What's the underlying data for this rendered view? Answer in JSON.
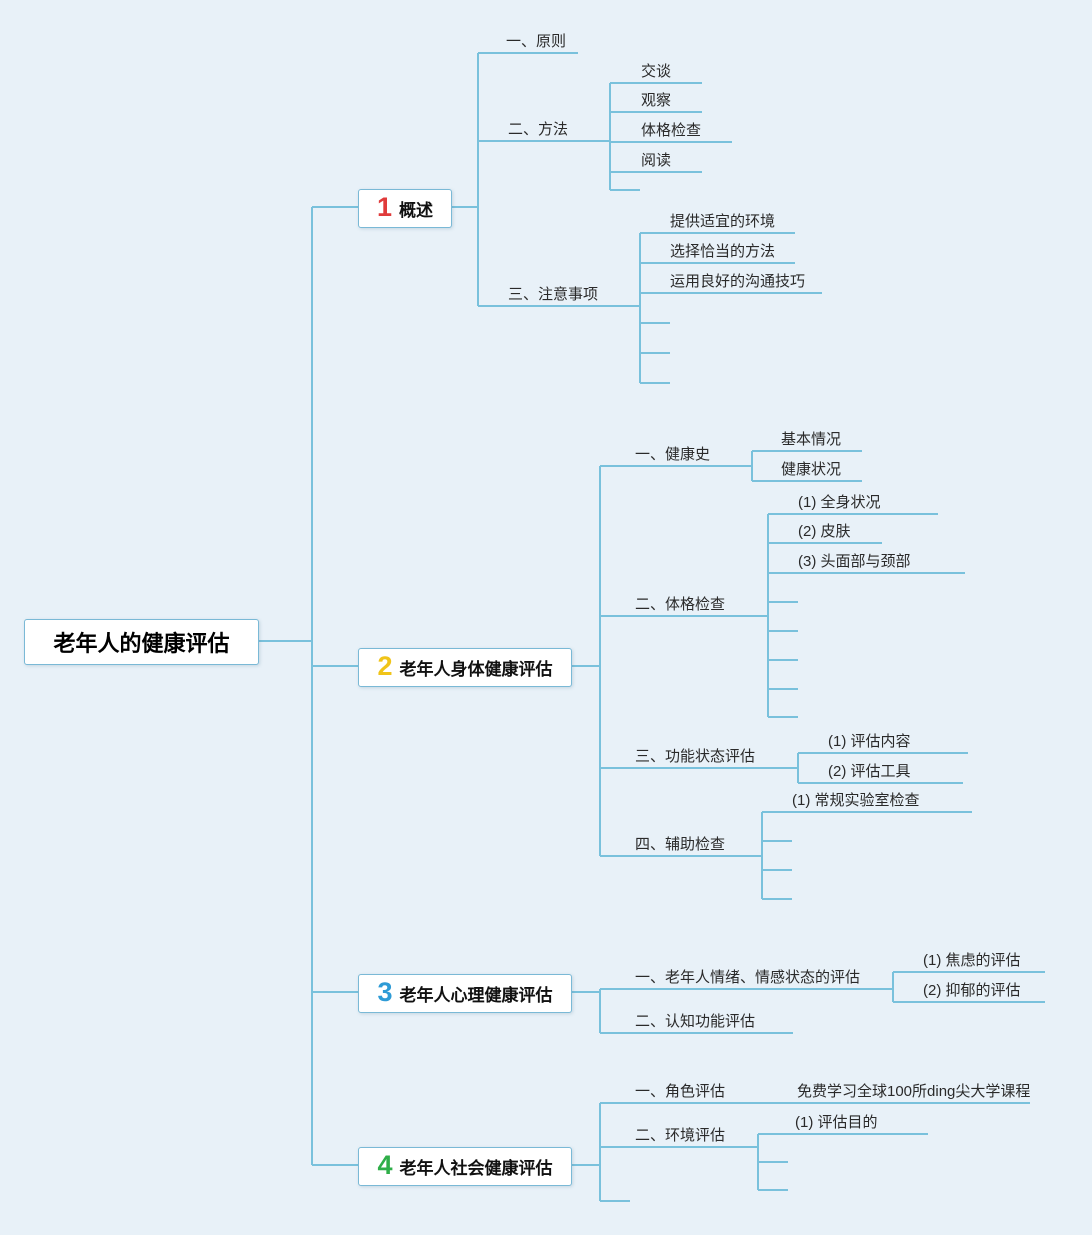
{
  "root": {
    "label": "老年人的健康评估"
  },
  "branches": [
    {
      "number": "1",
      "label": "概述",
      "children": [
        {
          "label": "一、原则"
        },
        {
          "label": "二、方法",
          "children": [
            {
              "label": "交谈"
            },
            {
              "label": "观察"
            },
            {
              "label": "体格检查"
            },
            {
              "label": "阅读"
            }
          ]
        },
        {
          "label": "三、注意事项",
          "children": [
            {
              "label": "提供适宜的环境"
            },
            {
              "label": "选择恰当的方法"
            },
            {
              "label": "运用良好的沟通技巧"
            }
          ]
        }
      ]
    },
    {
      "number": "2",
      "label": "老年人身体健康评估",
      "children": [
        {
          "label": "一、健康史",
          "children": [
            {
              "label": "基本情况"
            },
            {
              "label": "健康状况"
            }
          ]
        },
        {
          "label": "二、体格检查",
          "children": [
            {
              "label": "(1) 全身状况"
            },
            {
              "label": "(2) 皮肤"
            },
            {
              "label": "(3) 头面部与颈部"
            }
          ]
        },
        {
          "label": "三、功能状态评估",
          "children": [
            {
              "label": "(1) 评估内容"
            },
            {
              "label": "(2) 评估工具"
            }
          ]
        },
        {
          "label": "四、辅助检查",
          "children": [
            {
              "label": "(1) 常规实验室检查"
            }
          ]
        }
      ]
    },
    {
      "number": "3",
      "label": "老年人心理健康评估",
      "children": [
        {
          "label": "一、老年人情绪、情感状态的评估",
          "children": [
            {
              "label": "(1) 焦虑的评估"
            },
            {
              "label": "(2) 抑郁的评估"
            }
          ]
        },
        {
          "label": "二、认知功能评估"
        }
      ]
    },
    {
      "number": "4",
      "label": "老年人社会健康评估",
      "children": [
        {
          "label": "一、角色评估",
          "children": [
            {
              "label": "免费学习全球100所ding尖大学课程"
            }
          ]
        },
        {
          "label": "二、环境评估",
          "children": [
            {
              "label": "(1) 评估目的"
            }
          ]
        }
      ]
    }
  ],
  "colors": {
    "background": "#e8f1f8",
    "connector_line": "#79c1dc",
    "node_box_border": "#7ab9d6",
    "node_box_background": "#ffffff",
    "text": "#2a2a2a",
    "branch1_num": "#e03b3b",
    "branch2_num": "#f0c419",
    "branch3_num": "#2e9bd6",
    "branch4_num": "#2fae49"
  }
}
